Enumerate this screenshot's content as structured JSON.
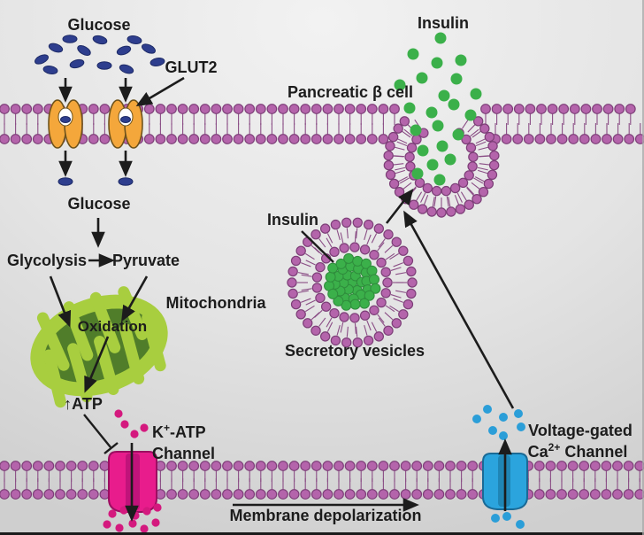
{
  "labels": {
    "glucose_extracellular": "Glucose",
    "glut2": "GLUT2",
    "insulin_secreted": "Insulin",
    "cell": "Pancreatic β cell",
    "glucose_cytoplasm": "Glucose",
    "glycolysis": "Glycolysis",
    "pyruvate": "Pyruvate",
    "mitochondria": "Mitochondria",
    "oxidation": "Oxidation",
    "atp": "↑ATP",
    "katp_base": "K",
    "katp_sup": "+",
    "katp_rest": "-ATP",
    "katp_line2": "Channel",
    "insulin_vesicle": "Insulin",
    "secretory_vesicles": "Secretory vesicles",
    "membrane_depolarization": "Membrane depolarization",
    "vgcc_line1": "Voltage-gated",
    "vgcc_base": "Ca",
    "vgcc_sup": "2+",
    "vgcc_rest": " Channel"
  },
  "colors": {
    "ink": "#1c1c1c",
    "membrane_head": "#b464ab",
    "membrane_head_outline": "#7d3f78",
    "membrane_tail": "#8a4d85",
    "glucose_blue": "#2e3e8e",
    "glut2_orange": "#f4a73b",
    "glut2_outline": "#6e531c",
    "insulin_green": "#3bb04a",
    "mito_light": "#a8ce3f",
    "mito_dark": "#507d2a",
    "katp_magenta": "#e81c8c",
    "katp_dark": "#c0137a",
    "katp_outline": "#9c0e61",
    "ion_pink": "#d4197e",
    "ca_blue": "#2ba4dd",
    "ca_dark": "#1f85b5",
    "ca_outline": "#1a6a96",
    "ion_blue": "#2b9ed8"
  }
}
